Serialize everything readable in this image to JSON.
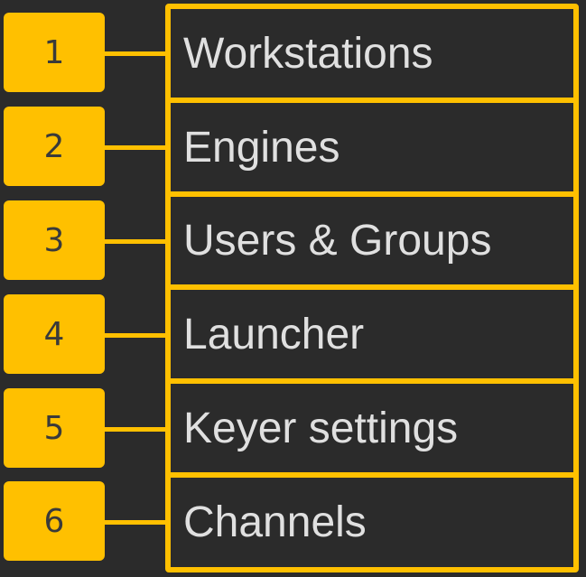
{
  "menu": {
    "items": [
      {
        "number": "1",
        "label": "Workstations"
      },
      {
        "number": "2",
        "label": "Engines"
      },
      {
        "number": "3",
        "label": "Users & Groups"
      },
      {
        "number": "4",
        "label": "Launcher"
      },
      {
        "number": "5",
        "label": "Keyer settings"
      },
      {
        "number": "6",
        "label": "Channels"
      }
    ]
  },
  "colors": {
    "background": "#2b2b2b",
    "accent": "#ffc000",
    "text": "#e0e0e0",
    "badge_text": "#3a3a3a"
  }
}
